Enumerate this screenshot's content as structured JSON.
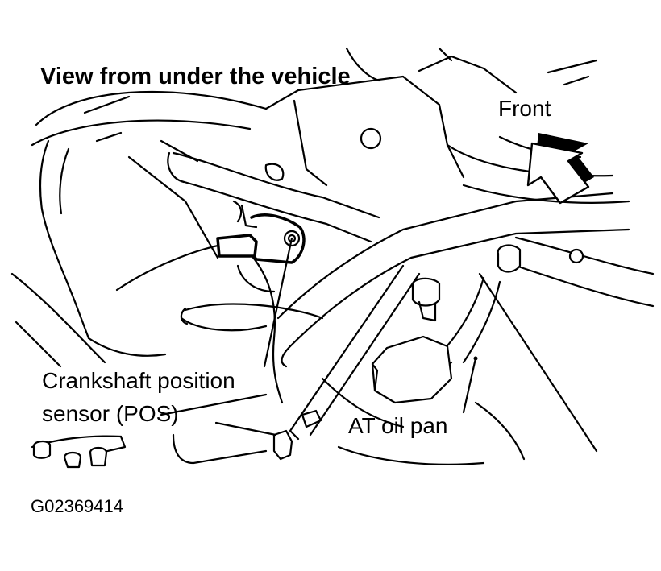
{
  "diagram": {
    "title": "View from under the vehicle",
    "front_label": "Front",
    "sensor_label_line1": "Crankshaft position",
    "sensor_label_line2": "sensor (POS)",
    "oil_pan_label": "AT oil pan",
    "figure_id": "G02369414"
  }
}
